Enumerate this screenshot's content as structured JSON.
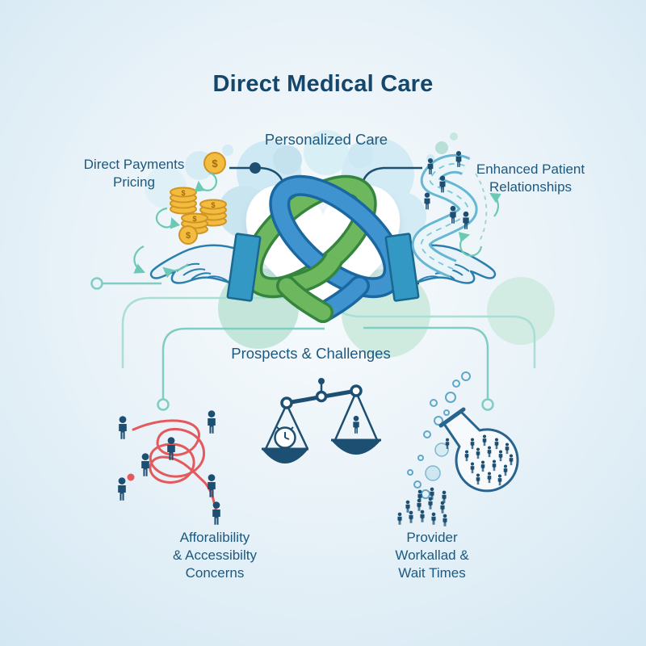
{
  "title": "Direct Medical Care",
  "labels": {
    "personalized_care": "Personalized Care",
    "direct_payments": "Direct Payments\nPricing",
    "enhanced_patient": "Enhanced Patient\nRelationships",
    "prospects": "Prospects & Challenges",
    "affordability": "Afforalibility\n& Accessibilty\nConcerns",
    "provider": "Provider\nWorkallad &\nWait Times"
  },
  "icons": {
    "center": "heart-knot-icon",
    "left_branch": "coin-stacks-icon",
    "right_branch": "winding-path-people-icon",
    "bottom_left": "tangled-people-icon",
    "bottom_center": "balance-scale-icon",
    "bottom_right": "flask-of-people-icon",
    "hands": "open-hands-icon"
  },
  "colors": {
    "title_text": "#14476b",
    "label_text": "#1e587c",
    "ribbon_blue": "#3f93cf",
    "ribbon_blue_edge": "#1a68a2",
    "ribbon_green": "#6db85f",
    "ribbon_green_edge": "#35853f",
    "accent_teal": "#7fcdc3",
    "coin_gold": "#f4bc3f",
    "coin_edge": "#cf9524",
    "figure_navy": "#1c4f72",
    "tangle_red": "#e4595c",
    "cuff_blue": "#3399c4"
  },
  "coin_symbol": "$"
}
